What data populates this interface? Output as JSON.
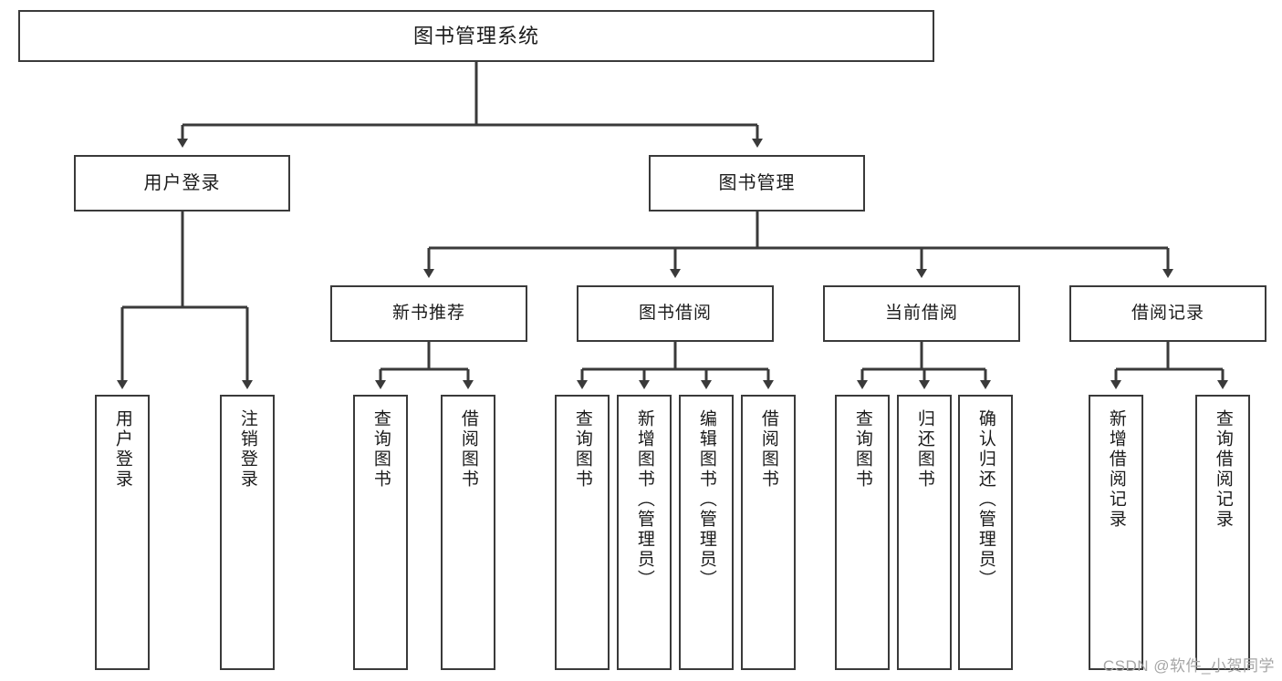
{
  "diagram": {
    "type": "tree",
    "title": "图书管理系统",
    "watermark": "CSDN @软件_小贺同学",
    "colors": {
      "box_border": "#3a3a3a",
      "box_fill": "#ffffff",
      "line": "#3a3a3a",
      "text": "#1b1b1b",
      "watermark": "#a6a6a6",
      "background": "#ffffff"
    },
    "nodes": {
      "root": {
        "label": "图书管理系统"
      },
      "level1": [
        {
          "label": "用户登录"
        },
        {
          "label": "图书管理"
        }
      ],
      "level2": [
        {
          "label": "新书推荐"
        },
        {
          "label": "图书借阅"
        },
        {
          "label": "当前借阅"
        },
        {
          "label": "借阅记录"
        }
      ],
      "leaves_user_login": [
        {
          "label": "用户登录"
        },
        {
          "label": "注销登录"
        }
      ],
      "leaves_new_book": [
        {
          "label": "查询图书"
        },
        {
          "label": "借阅图书"
        }
      ],
      "leaves_borrow": [
        {
          "label": "查询图书"
        },
        {
          "label": "新增图书（管理员）"
        },
        {
          "label": "编辑图书（管理员）"
        },
        {
          "label": "借阅图书"
        }
      ],
      "leaves_current": [
        {
          "label": "查询图书"
        },
        {
          "label": "归还图书"
        },
        {
          "label": "确认归还（管理员）"
        }
      ],
      "leaves_record": [
        {
          "label": "新增借阅记录"
        },
        {
          "label": "查询借阅记录"
        }
      ]
    }
  }
}
